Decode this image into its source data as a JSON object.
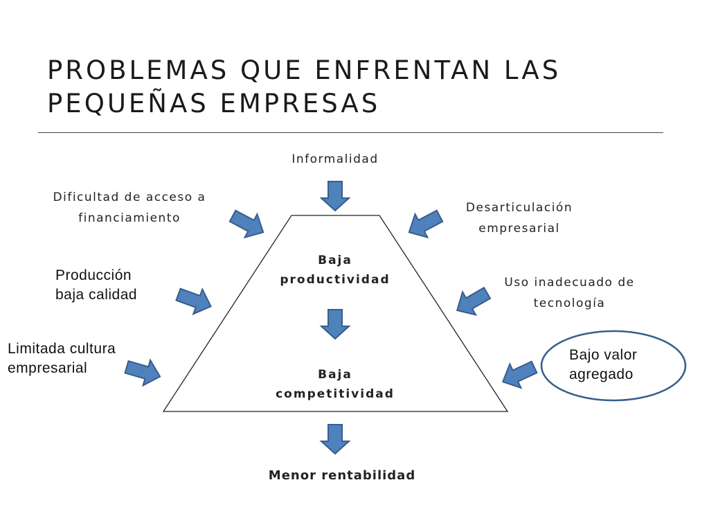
{
  "title": {
    "line1": "PROBLEMAS QUE ENFRENTAN LAS",
    "line2": "PEQUEÑAS EMPRESAS"
  },
  "causes": {
    "informalidad": "Informalidad",
    "financiamiento": [
      "Dificultad de acceso a",
      "financiamiento"
    ],
    "desarticulacion": [
      "Desarticulación",
      "empresarial"
    ],
    "produccion": [
      "Producción",
      "baja calidad"
    ],
    "tecnologia": [
      "Uso inadecuado de",
      "tecnología"
    ],
    "cultura": [
      "Limitada cultura",
      "empresarial"
    ],
    "valor": [
      "Bajo valor",
      "agregado"
    ]
  },
  "pyramid": {
    "productividad": [
      "Baja",
      "productividad"
    ],
    "competitividad": [
      "Baja",
      "competitividad"
    ]
  },
  "result": "Menor rentabilidad",
  "colors": {
    "arrow_fill": "#4f81bd",
    "arrow_stroke": "#385d8a",
    "ellipse_stroke": "#385d8a"
  }
}
